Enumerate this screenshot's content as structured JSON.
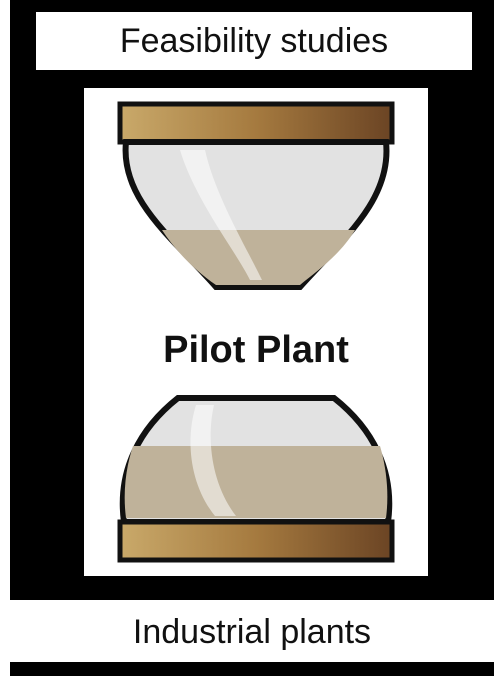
{
  "labels": {
    "top": "Feasibility studies",
    "center": "Pilot Plant",
    "bottom": "Industrial plants"
  },
  "colors": {
    "background": "#000000",
    "panel": "#ffffff",
    "wood_light": "#c9a96a",
    "wood_dark": "#6b4424",
    "glass": "#dcdcdc",
    "sand": "#bfb29a",
    "outline": "#111111"
  }
}
